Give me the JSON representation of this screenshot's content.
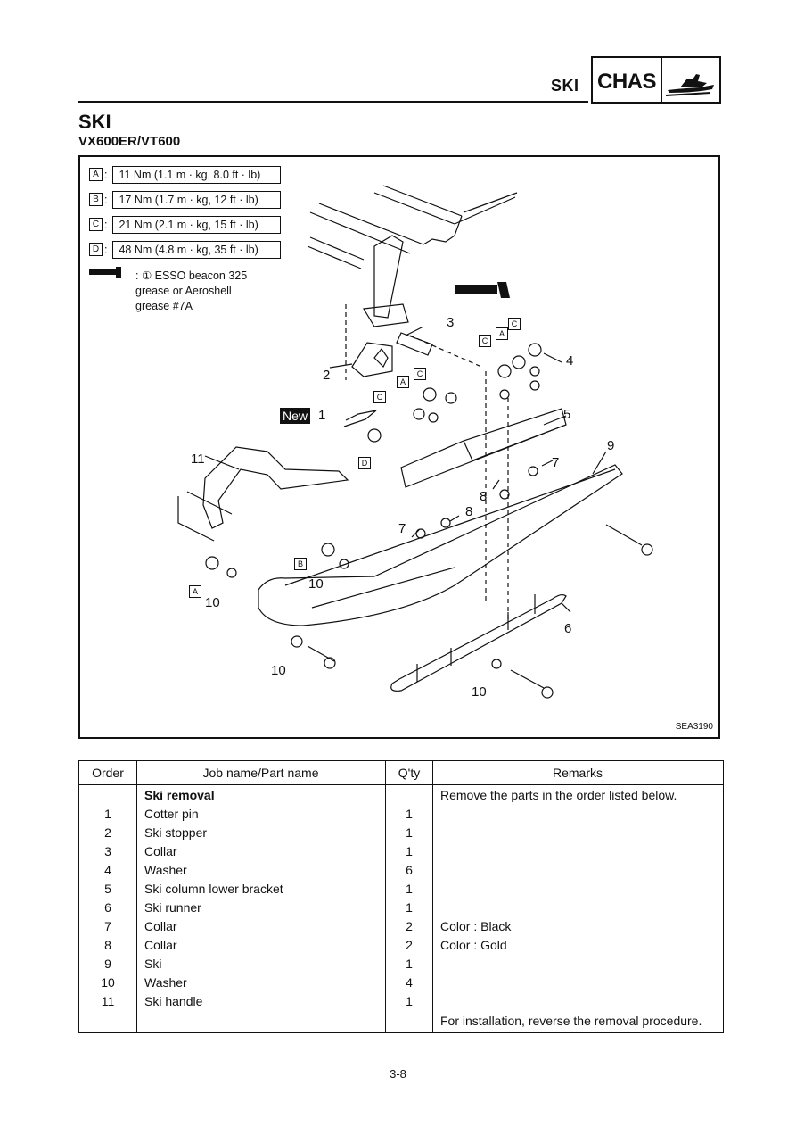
{
  "header": {
    "section_small": "SKI",
    "section_box": "CHAS",
    "icon": "snowmobile-icon"
  },
  "title": "SKI",
  "subtitle": "VX600ER/VT600",
  "diagram": {
    "torque_specs": [
      {
        "letter": "A",
        "value": "11 Nm (1.1 m · kg, 8.0 ft · lb)"
      },
      {
        "letter": "B",
        "value": "17 Nm (1.7 m · kg, 12 ft · lb)"
      },
      {
        "letter": "C",
        "value": "21 Nm (2.1 m · kg, 15 ft · lb)"
      },
      {
        "letter": "D",
        "value": "48 Nm (4.8 m · kg, 35 ft · lb)"
      }
    ],
    "grease_icon": "grease-gun-icon",
    "grease_note": [
      ": ① ESSO beacon 325",
      "grease or Aeroshell",
      "grease #7A"
    ],
    "new_tag": "New",
    "code": "SEA3190",
    "callouts": {
      "c1": "1",
      "c2": "2",
      "c3": "3",
      "c4": "4",
      "c5": "5",
      "c6": "6",
      "c7a": "7",
      "c7b": "7",
      "c8a": "8",
      "c8b": "8",
      "c9": "9",
      "c10a": "10",
      "c10b": "10",
      "c10c": "10",
      "c10d": "10",
      "c11": "11"
    },
    "letter_tags": {
      "A1": "A",
      "A2": "A",
      "A3": "A",
      "B1": "B",
      "C1": "C",
      "C2": "C",
      "C3": "C",
      "C4": "C",
      "D1": "D"
    }
  },
  "table": {
    "headers": [
      "Order",
      "Job name/Part name",
      "Q'ty",
      "Remarks"
    ],
    "rows": [
      {
        "order": "",
        "name": "Ski removal",
        "qty": "",
        "remarks": "Remove the parts in the order listed below."
      },
      {
        "order": "1",
        "name": "Cotter pin",
        "qty": "1",
        "remarks": ""
      },
      {
        "order": "2",
        "name": "Ski stopper",
        "qty": "1",
        "remarks": ""
      },
      {
        "order": "3",
        "name": "Collar",
        "qty": "1",
        "remarks": ""
      },
      {
        "order": "4",
        "name": "Washer",
        "qty": "6",
        "remarks": ""
      },
      {
        "order": "5",
        "name": "Ski column lower bracket",
        "qty": "1",
        "remarks": ""
      },
      {
        "order": "6",
        "name": "Ski runner",
        "qty": "1",
        "remarks": ""
      },
      {
        "order": "7",
        "name": "Collar",
        "qty": "2",
        "remarks": "Color : Black"
      },
      {
        "order": "8",
        "name": "Collar",
        "qty": "2",
        "remarks": "Color : Gold"
      },
      {
        "order": "9",
        "name": "Ski",
        "qty": "1",
        "remarks": ""
      },
      {
        "order": "10",
        "name": "Washer",
        "qty": "4",
        "remarks": ""
      },
      {
        "order": "11",
        "name": "Ski handle",
        "qty": "1",
        "remarks": ""
      },
      {
        "order": "",
        "name": "",
        "qty": "",
        "remarks": "For installation, reverse the removal procedure."
      }
    ]
  },
  "page_number": "3-8"
}
